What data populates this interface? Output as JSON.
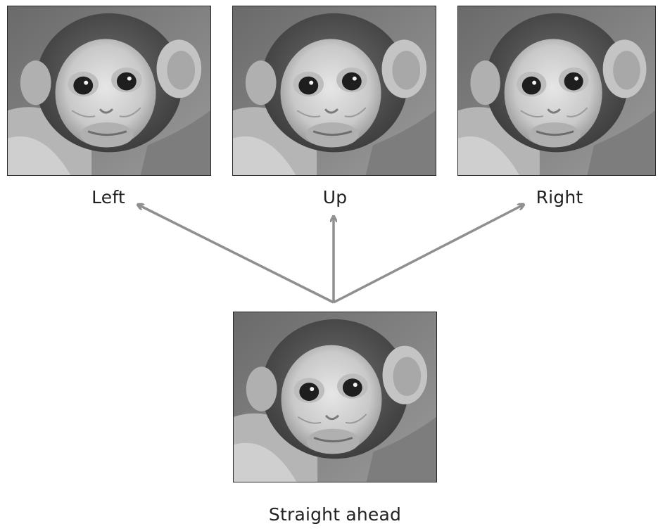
{
  "labels": {
    "left": "Left",
    "up": "Up",
    "right": "Right",
    "straight": "Straight ahead"
  },
  "photos": [
    {
      "id": "left",
      "gaze": "left"
    },
    {
      "id": "up",
      "gaze": "up"
    },
    {
      "id": "right",
      "gaze": "right"
    },
    {
      "id": "center",
      "gaze": "straight ahead"
    }
  ],
  "colors": {
    "arrow": "#8f8f8f",
    "frame": "#2a2a2a",
    "label": "#222222"
  }
}
